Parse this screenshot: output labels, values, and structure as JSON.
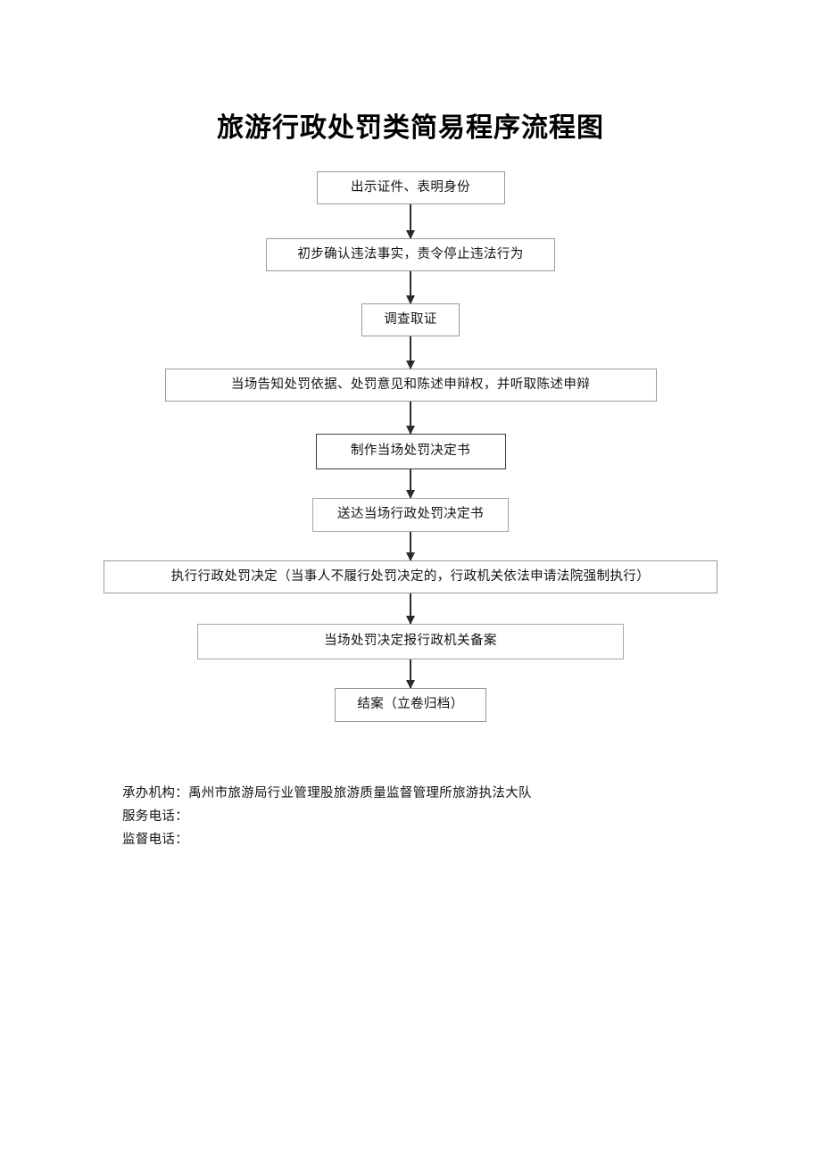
{
  "document": {
    "title": "旅游行政处罚类简易程序流程图",
    "page_background": "#ffffff",
    "node_border_color": "#9a9a9a",
    "arrow_color": "#2b2b2b"
  },
  "flowchart": {
    "type": "flowchart",
    "orientation": "top-to-bottom",
    "nodes": [
      {
        "id": "n1",
        "label": "出示证件、表明身份"
      },
      {
        "id": "n2",
        "label": "初步确认违法事实，责令停止违法行为"
      },
      {
        "id": "n3",
        "label": "调查取证"
      },
      {
        "id": "n4",
        "label": "当场告知处罚依据、处罚意见和陈述申辩权，并听取陈述申辩"
      },
      {
        "id": "n5",
        "label": "制作当场处罚决定书"
      },
      {
        "id": "n6",
        "label": "送达当场行政处罚决定书"
      },
      {
        "id": "n7",
        "label": "执行行政处罚决定（当事人不履行处罚决定的，行政机关依法申请法院强制执行）"
      },
      {
        "id": "n8",
        "label": "当场处罚决定报行政机关备案"
      },
      {
        "id": "n9",
        "label": "结案（立卷归档）"
      }
    ],
    "edges": [
      {
        "from": "n1",
        "to": "n2"
      },
      {
        "from": "n2",
        "to": "n3"
      },
      {
        "from": "n3",
        "to": "n4"
      },
      {
        "from": "n4",
        "to": "n5"
      },
      {
        "from": "n5",
        "to": "n6"
      },
      {
        "from": "n6",
        "to": "n7"
      },
      {
        "from": "n7",
        "to": "n8"
      },
      {
        "from": "n8",
        "to": "n9"
      }
    ]
  },
  "footer": {
    "lines": [
      {
        "label": "承办机构：",
        "value": "禹州市旅游局行业管理股旅游质量监督管理所旅游执法大队"
      },
      {
        "label": "服务电话：",
        "value": ""
      },
      {
        "label": "监督电话：",
        "value": ""
      }
    ]
  }
}
